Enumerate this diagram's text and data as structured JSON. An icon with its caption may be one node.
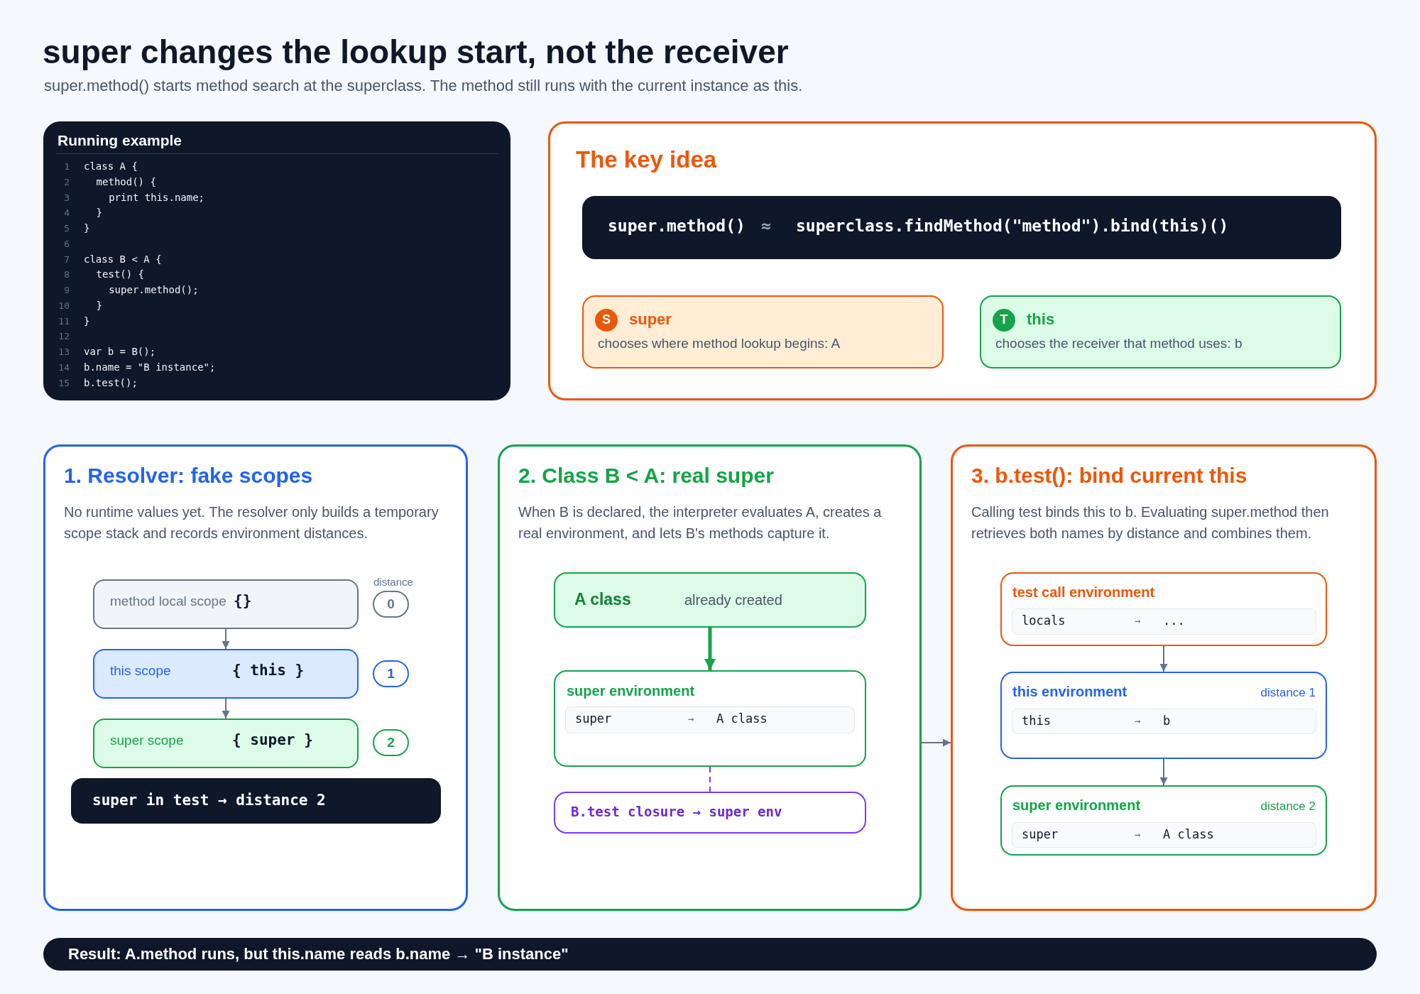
{
  "diagram": {
    "title": "super changes the lookup start, not the receiver",
    "nodes": [
      {
        "text": [
          "Running example"
        ]
      },
      {
        "text": [
          "The key idea"
        ]
      },
      {
        "text": [
          "super.method()",
          "≈",
          "superclass.findMethod(\"method\").bind(this)()"
        ],
        "in": 1
      },
      {
        "text": [
          "super",
          "chooses where method lookup begins: A"
        ],
        "in": 1
      },
      {
        "text": [
          "S"
        ],
        "in": 3
      },
      {
        "text": [
          "this",
          "chooses the receiver that method uses: b"
        ],
        "in": 1
      },
      {
        "text": [
          "T"
        ],
        "in": 5
      },
      {
        "text": [
          "1. Resolver: fake scopes",
          "No runtime values yet. The resolver only builds a temporary scope stack and records environment distances."
        ]
      },
      {
        "text": [
          "method local scope",
          "{}"
        ],
        "in": 7
      },
      {
        "text": [
          "0"
        ],
        "in": 7
      },
      {
        "text": [
          "this scope",
          "{ this }"
        ],
        "in": 7
      },
      {
        "text": [
          "1"
        ],
        "in": 7
      },
      {
        "text": [
          "super scope",
          "{ super }"
        ],
        "in": 7
      },
      {
        "text": [
          "2"
        ],
        "in": 7
      },
      {
        "text": [
          "super in test → distance 2"
        ],
        "in": 7
      },
      {
        "text": [
          "2. Class B < A: real super",
          "When B is declared, the interpreter evaluates A, creates a real environment, and lets B's methods capture it."
        ]
      },
      {
        "text": [
          "A class",
          "already created"
        ],
        "in": 15
      },
      {
        "text": [
          "super environment"
        ],
        "in": 15
      },
      {
        "text": [
          "super",
          "→",
          "A class"
        ],
        "in": 17
      },
      {
        "text": [
          "B.test closure → super env"
        ],
        "in": 15
      },
      {
        "text": [
          "3. b.test(): bind current this",
          "Calling test binds this to b. Evaluating super.method then retrieves both names by distance and combines them."
        ]
      },
      {
        "text": [
          "test call environment"
        ],
        "in": 20
      },
      {
        "text": [
          "locals",
          "→",
          "..."
        ],
        "in": 21
      },
      {
        "text": [
          "this environment",
          "distance 1"
        ],
        "in": 20
      },
      {
        "text": [
          "this",
          "→",
          "b"
        ],
        "in": 23
      },
      {
        "text": [
          "super environment",
          "distance 2"
        ],
        "in": 20
      },
      {
        "text": [
          "super",
          "→",
          "A class"
        ],
        "in": 25
      },
      {
        "text": [
          "Result: A.method runs, but this.name reads b.name → \"B instance\""
        ]
      }
    ],
    "edges": [
      {
        "from": 8,
        "to": 10,
        "arrow": "to"
      },
      {
        "from": 10,
        "to": 12,
        "arrow": "to"
      },
      {
        "from": 16,
        "to": 17,
        "arrow": "to",
        "style": "thick",
        "color": "#16a34a"
      },
      {
        "from": 17,
        "to": 19,
        "arrow": "none",
        "style": "dashed",
        "color": "#7c3aed"
      },
      {
        "from": 15,
        "to": 20,
        "arrow": "to"
      },
      {
        "from": 21,
        "to": 23,
        "arrow": "to"
      },
      {
        "from": 23,
        "to": 25,
        "arrow": "to"
      }
    ],
    "labels": [
      "super.method() starts method search at the superclass. The method still runs with the current instance as this.",
      "1",
      "class A {",
      "2",
      "method() {",
      "3",
      "print this.name;",
      "4",
      "}",
      "5",
      "}",
      "6",
      "7",
      "class B < A {",
      "8",
      "test() {",
      "9",
      "super.method();",
      "10",
      "}",
      "11",
      "}",
      "12",
      "13",
      "var b = B();",
      "14",
      "b.name = \"B instance\";",
      "15",
      "b.test();",
      "distance"
    ]
  }
}
